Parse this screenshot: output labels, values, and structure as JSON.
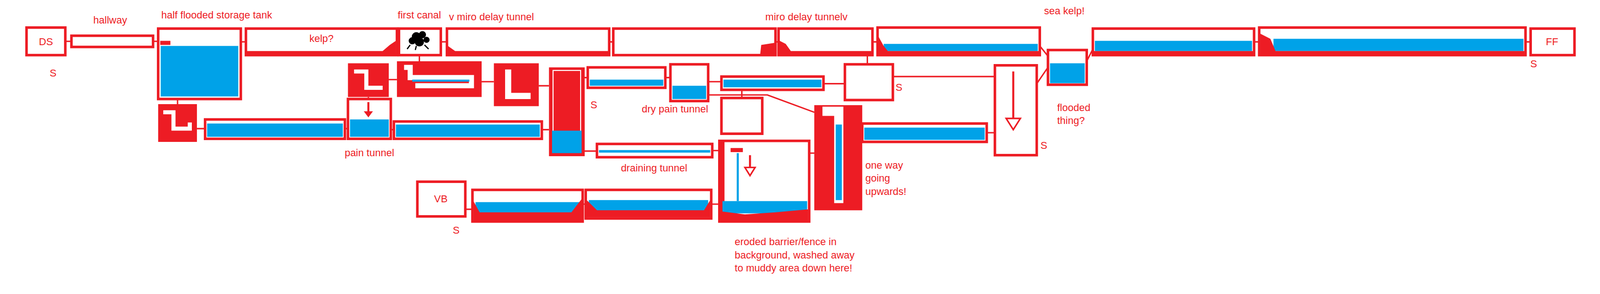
{
  "diagram": {
    "nodes": [
      {
        "text": [
          "DS"
        ]
      },
      {
        "text": [
          "hallway"
        ]
      },
      {
        "text": [
          "half flooded storage tank"
        ]
      },
      {
        "text": [
          "kelp?"
        ]
      },
      {
        "text": [
          "first canal"
        ]
      },
      {
        "text": [
          "v miro delay tunnel"
        ]
      },
      {
        "text": [
          "miro delay tunnelv"
        ]
      },
      {
        "text": [
          "flooded thing?"
        ]
      },
      {
        "text": [
          "FF"
        ]
      },
      {
        "text": [
          "pain tunnel"
        ]
      },
      {
        "text": [
          "dry pain tunnel"
        ]
      },
      {
        "text": [
          "draining tunnel"
        ]
      },
      {
        "text": [
          "eroded barrier/fence in background, washed away to muddy area down here!"
        ]
      },
      {
        "text": [
          "one way going upwards!"
        ]
      },
      {
        "text": [
          "VB"
        ]
      }
    ],
    "edges": [
      {
        "from": 0,
        "to": 1,
        "arrow": "none"
      },
      {
        "from": 1,
        "to": 2,
        "arrow": "none"
      },
      {
        "from": 2,
        "to": 3,
        "arrow": "none"
      },
      {
        "from": 3,
        "to": 4,
        "arrow": "none"
      },
      {
        "from": 4,
        "to": 5,
        "arrow": "none"
      },
      {
        "from": 10,
        "to": 13,
        "arrow": "none"
      },
      {
        "from": 11,
        "to": 12,
        "arrow": "none"
      }
    ],
    "labels": [
      "S",
      "sea kelp!",
      "S",
      "S",
      "S",
      "S",
      "S"
    ]
  }
}
